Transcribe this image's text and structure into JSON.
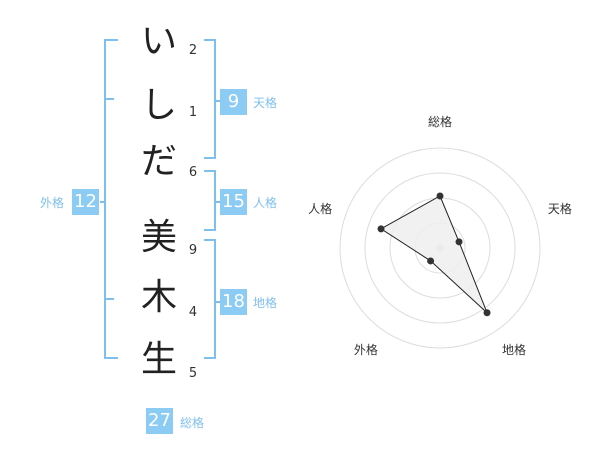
{
  "name": {
    "chars": [
      {
        "char": "い",
        "strokes": "2"
      },
      {
        "char": "し",
        "strokes": "1"
      },
      {
        "char": "だ",
        "strokes": "6"
      },
      {
        "char": "美",
        "strokes": "9"
      },
      {
        "char": "木",
        "strokes": "4"
      },
      {
        "char": "生",
        "strokes": "5"
      }
    ]
  },
  "fortune": {
    "tenkaku": {
      "value": "9",
      "label": "天格"
    },
    "jinkaku": {
      "value": "15",
      "label": "人格"
    },
    "chikaku": {
      "value": "18",
      "label": "地格"
    },
    "gaikaku": {
      "value": "12",
      "label": "外格"
    },
    "soukaku": {
      "value": "27",
      "label": "総格"
    }
  },
  "chart_data": {
    "type": "radar",
    "axes": [
      "総格",
      "天格",
      "地格",
      "外格",
      "人格"
    ],
    "values": [
      2.6,
      1.0,
      4.0,
      0.8,
      3.1
    ],
    "range": [
      0,
      5
    ],
    "rings": 4,
    "colors": {
      "fill": "#efefef",
      "stroke": "#222222",
      "grid": "#dddddd",
      "accent": "#8ccbf3"
    }
  }
}
